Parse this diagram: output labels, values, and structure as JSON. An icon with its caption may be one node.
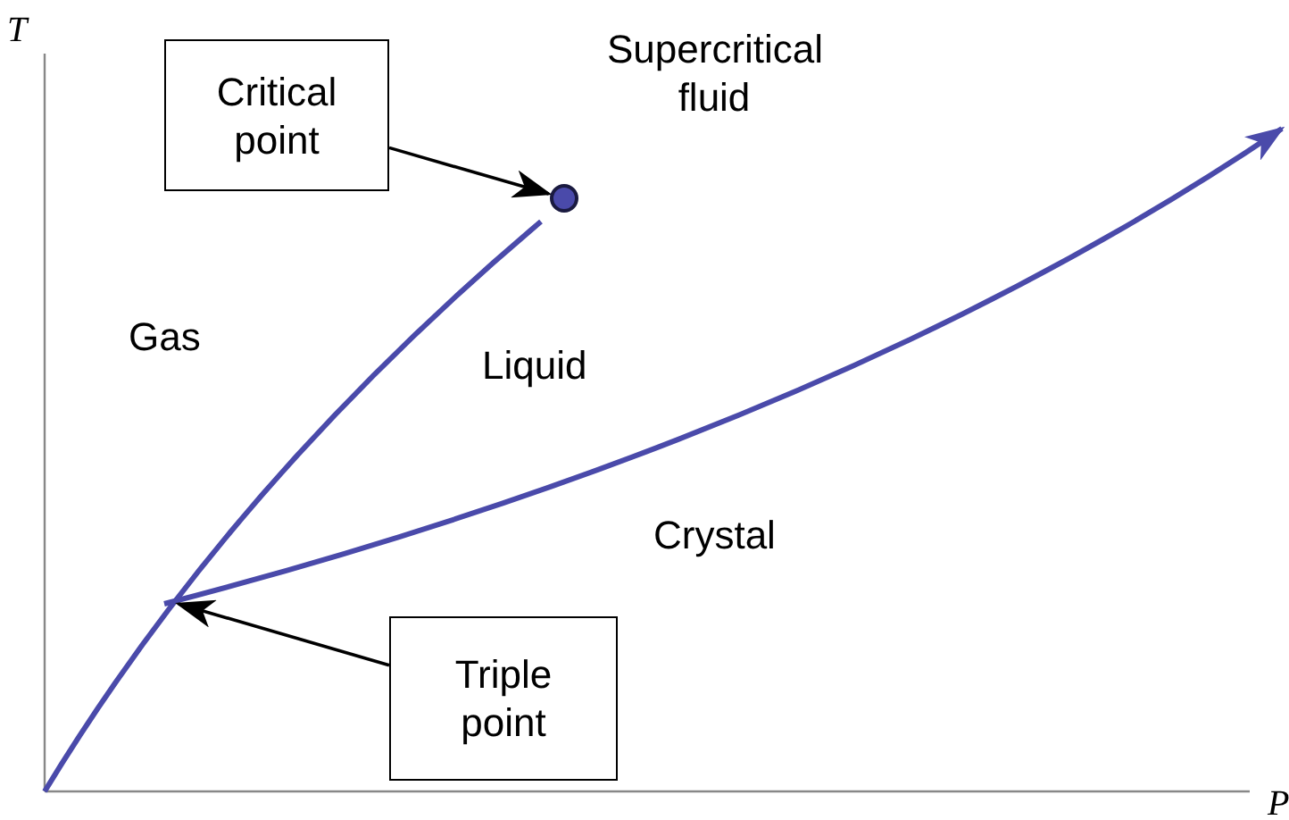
{
  "diagram": {
    "nodes": [
      {
        "text": [
          "Critical point"
        ]
      },
      {
        "text": [],
        "shape": "circle"
      },
      {
        "text": [
          "Triple point"
        ]
      }
    ],
    "edges": [
      {
        "from": 0,
        "to": 1,
        "arrow": "to"
      },
      {
        "from": 2,
        "to": null,
        "arrow": "to"
      }
    ],
    "labels": [
      "T",
      "Supercritical fluid",
      "Gas",
      "Liquid",
      "Crystal",
      "P"
    ]
  }
}
